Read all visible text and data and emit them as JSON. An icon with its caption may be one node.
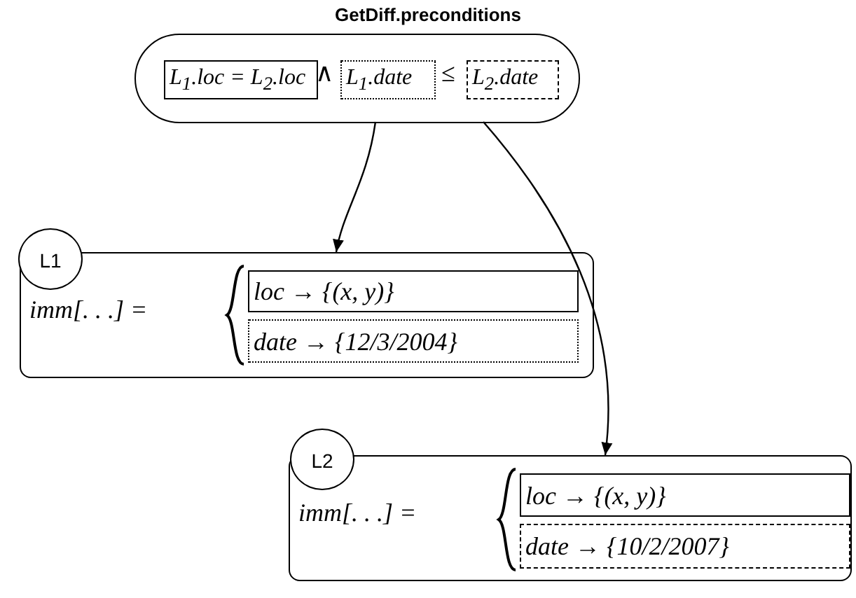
{
  "diagram": {
    "title": "GetDiff.preconditions",
    "nodes": [
      {
        "text": [
          "∧",
          "≤"
        ]
      },
      {
        "text": [
          "L$_{1}$.loc = L$_{2}$.loc"
        ],
        "in": 0
      },
      {
        "text": [
          "L$_{1}$.date"
        ],
        "in": 0
      },
      {
        "text": [
          "L$_{2}$.date"
        ],
        "in": 0
      },
      {
        "text": [
          "L1"
        ]
      },
      {
        "text": [
          "imm[. . .] ="
        ]
      },
      {
        "text": [
          "loc → {(x, y)}"
        ],
        "in": 5
      },
      {
        "text": [
          "date → {12/3/2004}"
        ],
        "in": 5
      },
      {
        "text": [
          "L2"
        ]
      },
      {
        "text": [
          "imm[. . .] ="
        ]
      },
      {
        "text": [
          "loc → {(x, y)}"
        ],
        "in": 9
      },
      {
        "text": [
          "date → {10/2/2007}"
        ],
        "in": 9
      }
    ],
    "edges": [
      {
        "from": 0,
        "to": 5,
        "arrow": "to"
      },
      {
        "from": 0,
        "to": 9,
        "arrow": "to"
      }
    ]
  }
}
